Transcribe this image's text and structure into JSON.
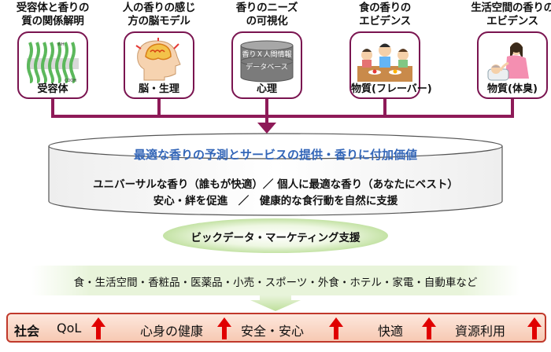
{
  "columns": [
    {
      "title1": "受容体と香りの",
      "title2": "質の関係解明",
      "label": "受容体",
      "icon": "receptor-molecule-icon"
    },
    {
      "title1": "人の香りの感じ",
      "title2": "方の脳モデル",
      "label": "脳・生理",
      "icon": "brain-head-icon"
    },
    {
      "title1": "香りのニーズ",
      "title2": "の可視化",
      "label": "心理",
      "icon": "database-cylinder-icon",
      "db1": "香りＸ人間情報",
      "db2": "データベース"
    },
    {
      "title1": "食の香りの",
      "title2": "エビデンス",
      "label": "物質(フレーバー)",
      "icon": "family-dining-icon"
    },
    {
      "title1": "生活空間の香りの",
      "title2": "エビデンス",
      "label": "物質(体臭)",
      "icon": "mother-baby-icon"
    }
  ],
  "cylinder": {
    "title": "最適な香りの予測とサービスの提供・香りに付加価値",
    "line1": "ユニバーサルな香り（誰もが快適）／ 個人に最適な香り（あなたにベスト）",
    "line2": "安心・絆を促進　／　健康的な食行動を自然に支援"
  },
  "bigdata": "ビックデータ・マーケティング支援",
  "industries": "食・生活空間・香粧品・医薬品・小売・スポーツ・外食・ホテル・家電・自動車など",
  "society": {
    "head": "社会",
    "items": [
      "QoL",
      "心身の健康",
      "安全・安心",
      "快適",
      "資源利用"
    ]
  },
  "colors": {
    "line": "#8e1a58",
    "cylinder_title": "#3366b8",
    "arrow": "#e00000"
  }
}
